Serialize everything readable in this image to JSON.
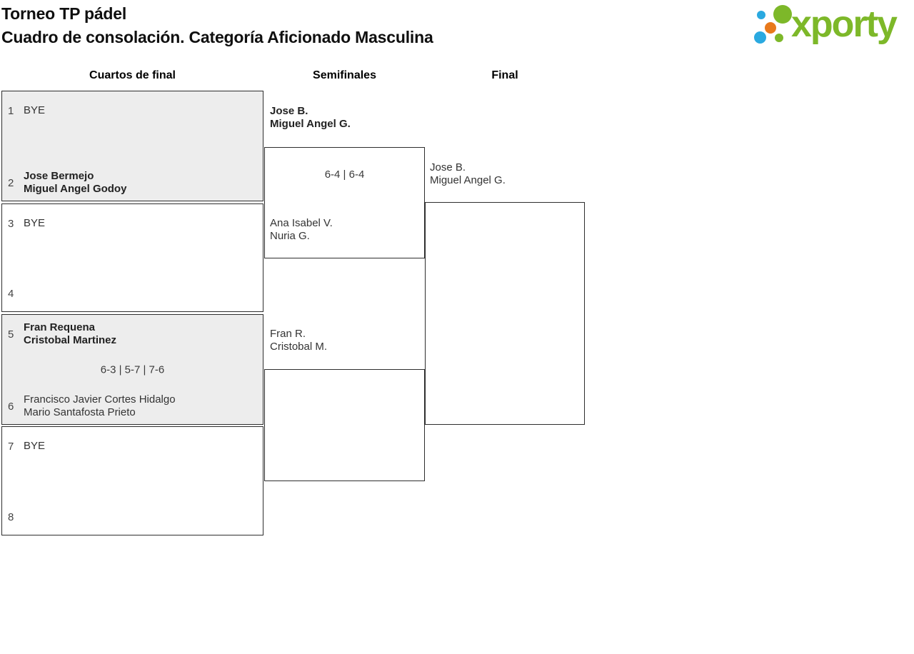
{
  "title": {
    "line1": "Torneo TP pádel",
    "line2": "Cuadro de consolación. Categoría Aficionado Masculina"
  },
  "logo": {
    "text": "xporty",
    "green": "#7db829",
    "blue": "#2aa9e0",
    "orange": "#e8791b"
  },
  "round_headers": {
    "quarterfinals": "Cuartos de final",
    "semifinals": "Semifinales",
    "final": "Final"
  },
  "bracket": {
    "quarterfinals": [
      {
        "top_seed": "1",
        "top_name1": "BYE",
        "top_name2": "",
        "score": "",
        "bottom_seed": "2",
        "bottom_name1": "Jose Bermejo",
        "bottom_name2": "Miguel Angel Godoy"
      },
      {
        "top_seed": "3",
        "top_name1": "BYE",
        "top_name2": "",
        "score": "",
        "bottom_seed": "4",
        "bottom_name1": "",
        "bottom_name2": ""
      },
      {
        "top_seed": "5",
        "top_name1": "Fran Requena",
        "top_name2": "Cristobal Martinez",
        "score": "6-3 | 5-7 | 7-6",
        "bottom_seed": "6",
        "bottom_name1": "Francisco Javier Cortes Hidalgo",
        "bottom_name2": "Mario Santafosta Prieto"
      },
      {
        "top_seed": "7",
        "top_name1": "BYE",
        "top_name2": "",
        "score": "",
        "bottom_seed": "8",
        "bottom_name1": "",
        "bottom_name2": ""
      }
    ],
    "semifinals": [
      {
        "top_name1": "Jose B.",
        "top_name2": "Miguel Angel G.",
        "score": "6-4 | 6-4",
        "bottom_name1": "Ana Isabel V.",
        "bottom_name2": "Nuria G."
      },
      {
        "top_name1": "Fran R.",
        "top_name2": "Cristobal M.",
        "score": "",
        "bottom_name1": "",
        "bottom_name2": ""
      }
    ],
    "final": {
      "top_name1": "Jose B.",
      "top_name2": "Miguel Angel G.",
      "score": "",
      "bottom_name1": "",
      "bottom_name2": ""
    }
  }
}
